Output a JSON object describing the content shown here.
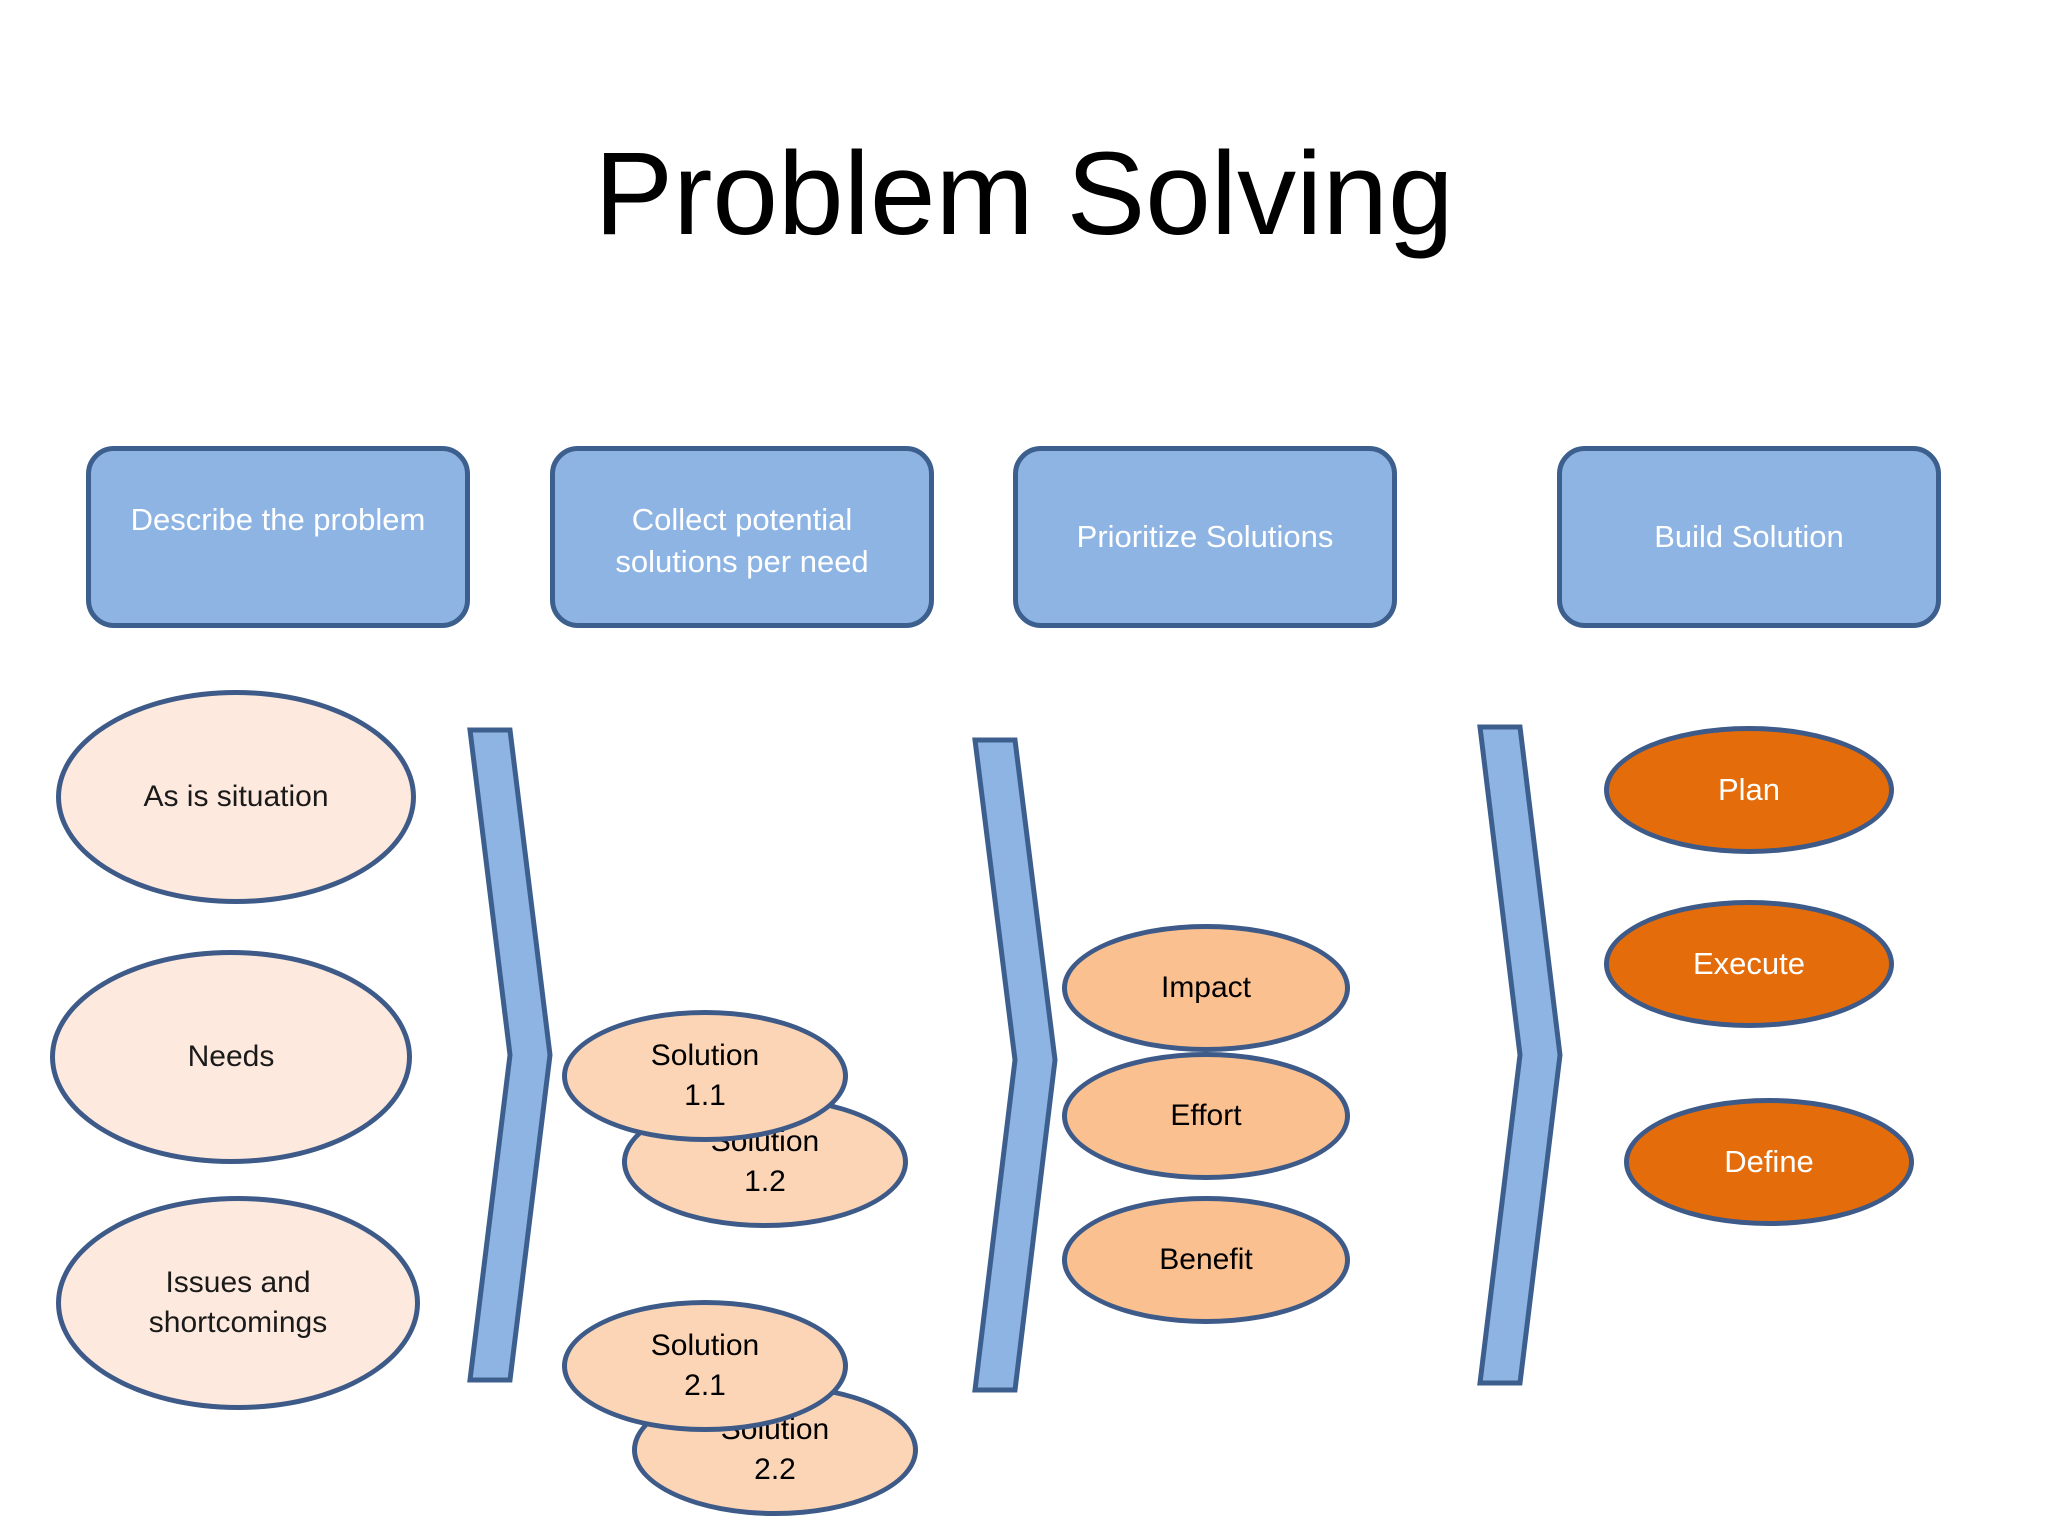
{
  "title": "Problem Solving",
  "colors": {
    "step_fill": "#8eb4e3",
    "step_border": "#3c5f8e",
    "pale_fill": "#fde9dd",
    "peach_fill": "#fbd5b5",
    "mid_fill": "#fac090",
    "orange_fill": "#e46c0a",
    "ellipse_border": "#3d5a88",
    "chevron_fill": "#8eb4e3"
  },
  "steps": [
    {
      "label": "Describe the problem"
    },
    {
      "label": "Collect potential solutions per need"
    },
    {
      "label": "Prioritize Solutions"
    },
    {
      "label": "Build Solution"
    }
  ],
  "describe_items": [
    {
      "label": "As is situation"
    },
    {
      "label": "Needs"
    },
    {
      "label": "Issues and shortcomings"
    }
  ],
  "solutions": [
    {
      "label": "Solution 1.2"
    },
    {
      "label": "Solution 1.1"
    },
    {
      "label": "Solution 2.2"
    },
    {
      "label": "Solution 2.1"
    }
  ],
  "criteria": [
    {
      "label": "Impact"
    },
    {
      "label": "Effort"
    },
    {
      "label": "Benefit"
    }
  ],
  "build_steps": [
    {
      "label": "Plan"
    },
    {
      "label": "Execute"
    },
    {
      "label": "Define"
    }
  ]
}
